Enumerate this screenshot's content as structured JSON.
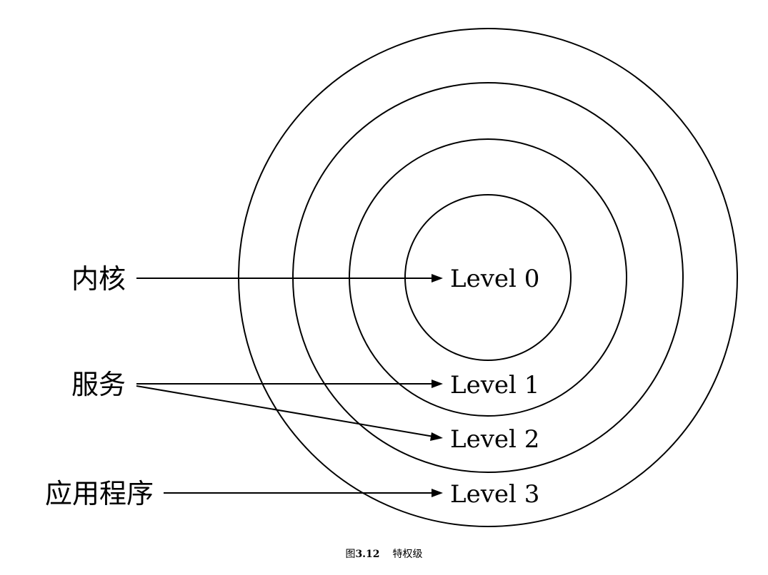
{
  "levels": [
    {
      "label": "Level 0"
    },
    {
      "label": "Level 1"
    },
    {
      "label": "Level 2"
    },
    {
      "label": "Level 3"
    }
  ],
  "roles": {
    "kernel": "内核",
    "services": "服务",
    "applications": "应用程序"
  },
  "caption": {
    "prefix": "图",
    "number": "3.12",
    "title": "特权级"
  }
}
